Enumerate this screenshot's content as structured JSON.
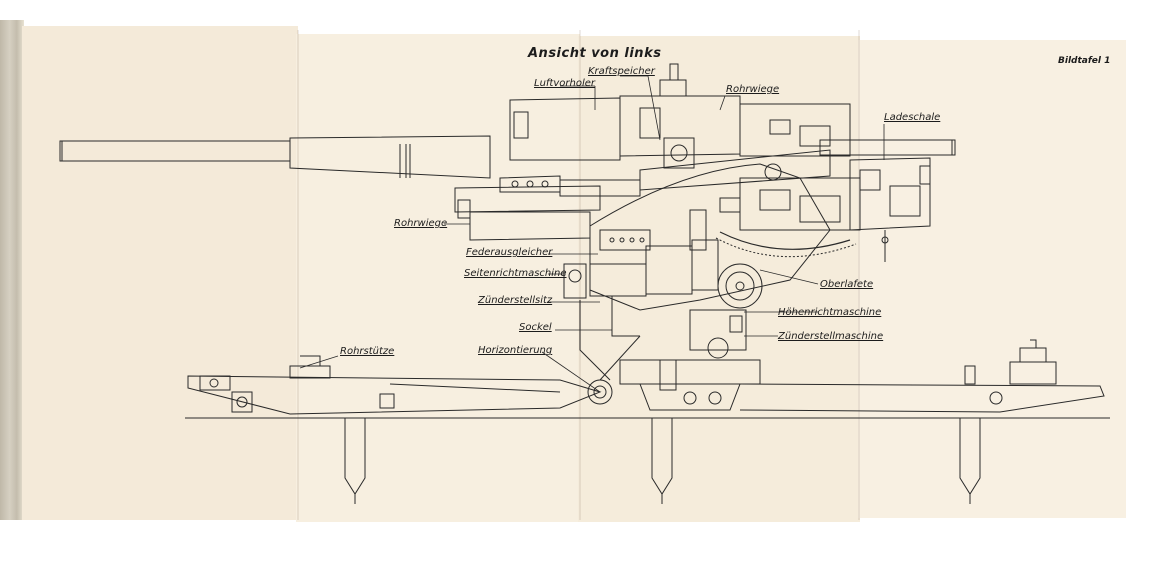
{
  "title": "Ansicht von links",
  "plate_number": "Bildtafel 1",
  "labels": {
    "luftvorholer": "Luftvorholer",
    "kraftspeicher": "Kraftspeicher",
    "rohrwiege_top": "Rohrwiege",
    "ladeschale": "Ladeschale",
    "rohrwiege_left": "Rohrwiege",
    "federausgleicher": "Federausgleicher",
    "seitenrichtmaschine": "Seitenrichtmaschine",
    "zuenderstellsitz": "Zünderstellsitz",
    "sockel": "Sockel",
    "horizontierung": "Horizontierung",
    "rohrstuetze": "Rohrstütze",
    "oberlafete": "Oberlafete",
    "hoehenrichtmaschine": "Höhenrichtmaschine",
    "zuenderstellmaschine": "Zünderstellmaschine"
  }
}
